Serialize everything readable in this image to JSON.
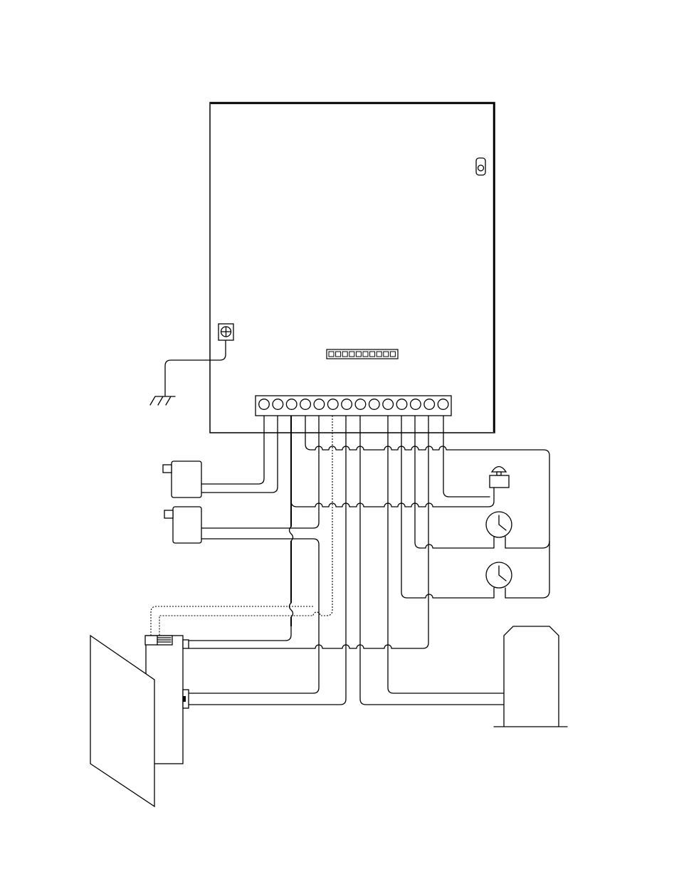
{
  "diagram": {
    "style": "line-art wiring diagram",
    "stroke_color": "#000000",
    "background_color": "#ffffff",
    "components": [
      {
        "name": "control-panel-enclosure",
        "shape": "rectangle"
      },
      {
        "name": "tamper-switch",
        "icon": "rounded-switch-icon"
      },
      {
        "name": "ground-lug",
        "icon": "crosshair-circle-icon"
      },
      {
        "name": "earth-ground",
        "icon": "ground-symbol-icon"
      },
      {
        "name": "dip-switch-bank",
        "segments": 10
      },
      {
        "name": "terminal-strip",
        "terminals": 14
      },
      {
        "name": "motion-sensor-upper",
        "icon": "sensor-icon"
      },
      {
        "name": "motion-sensor-lower",
        "icon": "sensor-icon"
      },
      {
        "name": "door-assembly",
        "icon": "door-icon"
      },
      {
        "name": "door-strike-lock",
        "icon": "strike-icon"
      },
      {
        "name": "push-button",
        "icon": "push-button-icon"
      },
      {
        "name": "timer-upper",
        "icon": "clock-icon"
      },
      {
        "name": "timer-lower",
        "icon": "clock-icon"
      },
      {
        "name": "power-supply-cabinet",
        "icon": "cabinet-icon"
      }
    ]
  }
}
